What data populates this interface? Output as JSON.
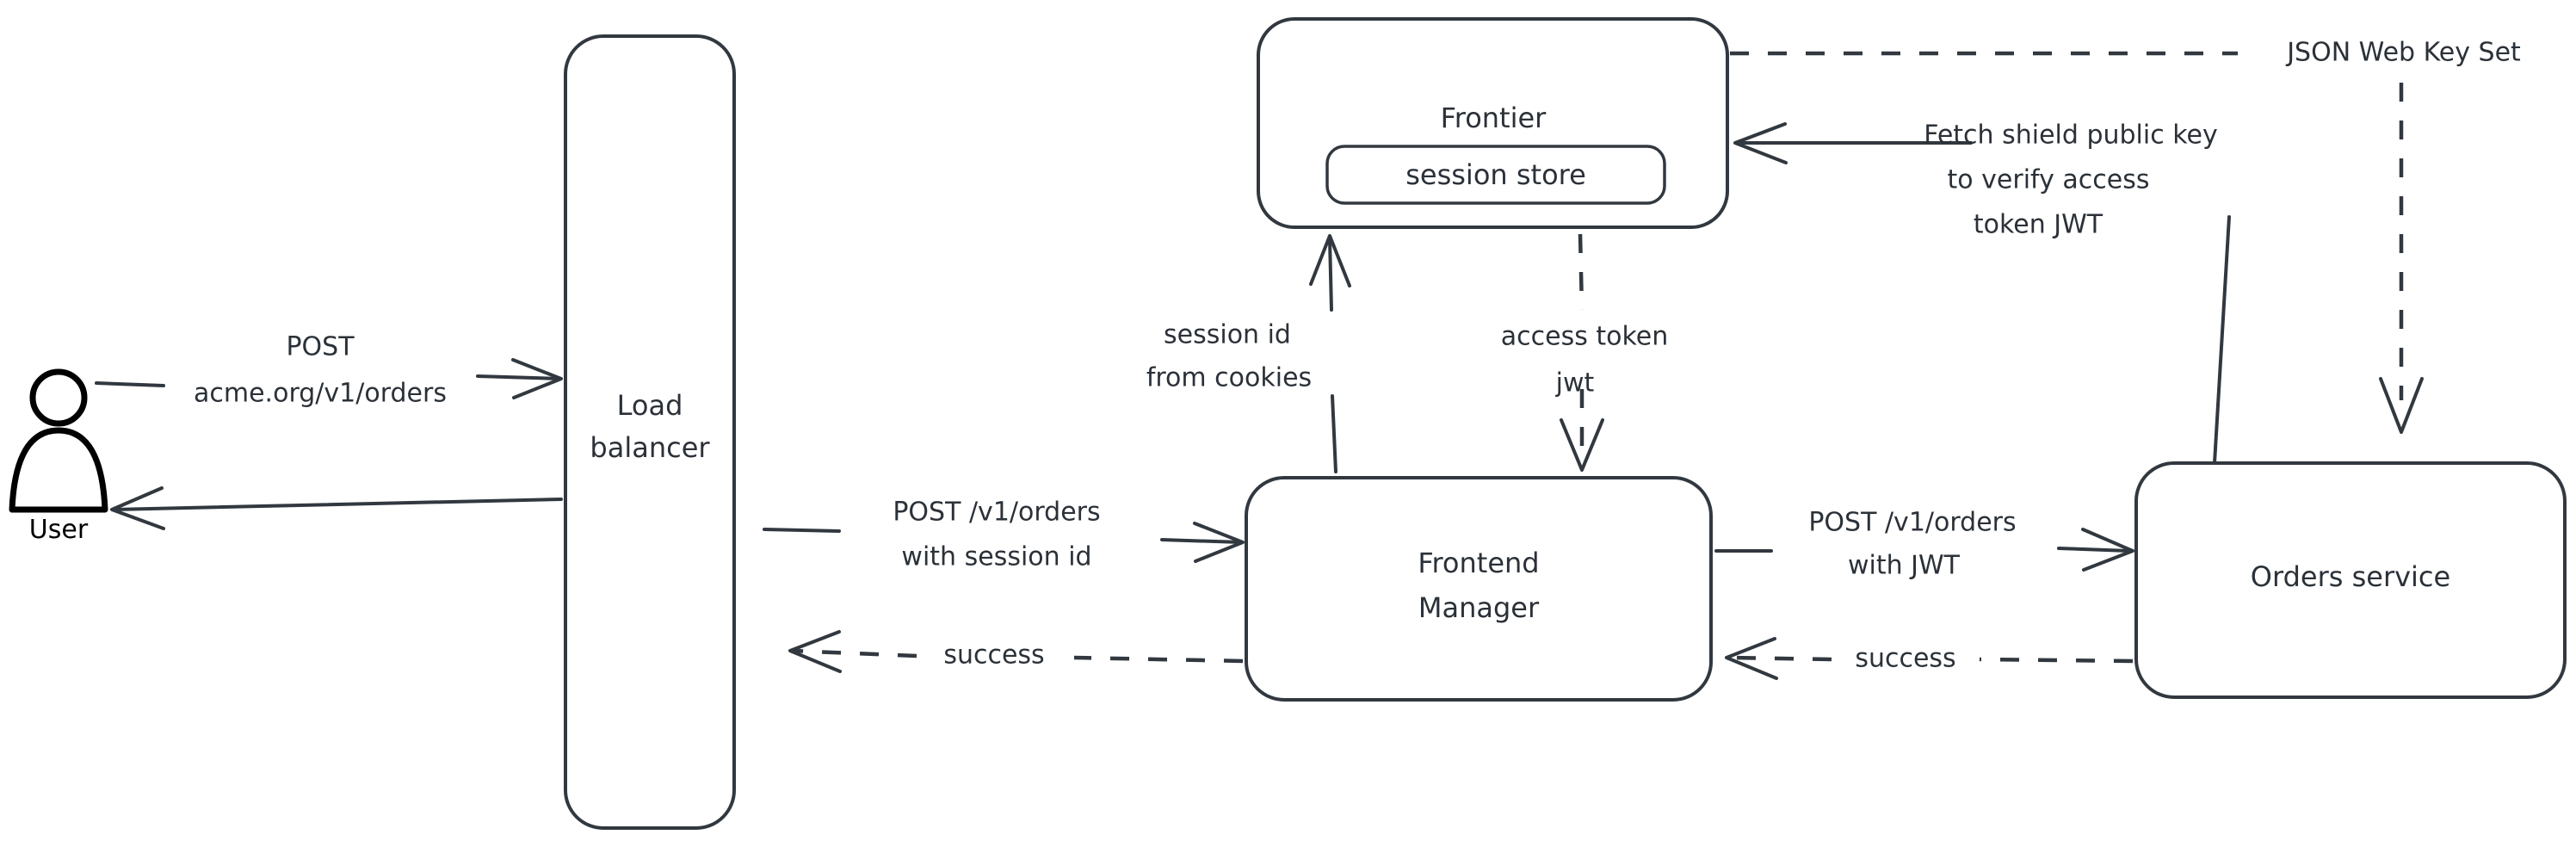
{
  "diagram": {
    "title": "Request flow with session and JWT auth",
    "stroke_color": "#32383f",
    "background_color": "#ffffff",
    "actor": {
      "name": "user-actor",
      "label": "User",
      "icon": "person-icon"
    },
    "nodes": [
      {
        "id": "load-balancer",
        "label_line1": "Load",
        "label_line2": "balancer"
      },
      {
        "id": "frontier",
        "label": "Frontier"
      },
      {
        "id": "session-store",
        "label": "session store"
      },
      {
        "id": "frontend-manager",
        "label_line1": "Frontend",
        "label_line2": "Manager"
      },
      {
        "id": "orders-service",
        "label": "Orders service"
      }
    ],
    "edges": [
      {
        "id": "user-to-lb",
        "style": "solid",
        "direction": "right",
        "label_line1": "POST",
        "label_line2": "acme.org/v1/orders"
      },
      {
        "id": "lb-to-user",
        "style": "solid",
        "direction": "left",
        "label": ""
      },
      {
        "id": "lb-to-fm",
        "style": "solid",
        "direction": "right",
        "label_line1": "POST /v1/orders",
        "label_line2": "with session id"
      },
      {
        "id": "fm-to-lb",
        "style": "dashed",
        "direction": "left",
        "label": "success"
      },
      {
        "id": "fm-to-frontier",
        "style": "solid",
        "direction": "up",
        "label_line1": "session id",
        "label_line2": "from cookies"
      },
      {
        "id": "frontier-to-fm",
        "style": "dashed",
        "direction": "down",
        "label_line1": "access token",
        "label_line2": "jwt"
      },
      {
        "id": "fm-to-orders",
        "style": "solid",
        "direction": "right",
        "label_line1": "POST /v1/orders",
        "label_line2": "with JWT"
      },
      {
        "id": "orders-to-fm",
        "style": "dashed",
        "direction": "left",
        "label": "success"
      },
      {
        "id": "orders-to-frontier",
        "style": "solid",
        "direction": "left",
        "label_line1": "Fetch shield public key",
        "label_line2": "to verify access",
        "label_line3": "token JWT"
      },
      {
        "id": "frontier-to-orders",
        "style": "dashed",
        "direction": "down",
        "label": "JSON Web Key Set"
      }
    ]
  }
}
